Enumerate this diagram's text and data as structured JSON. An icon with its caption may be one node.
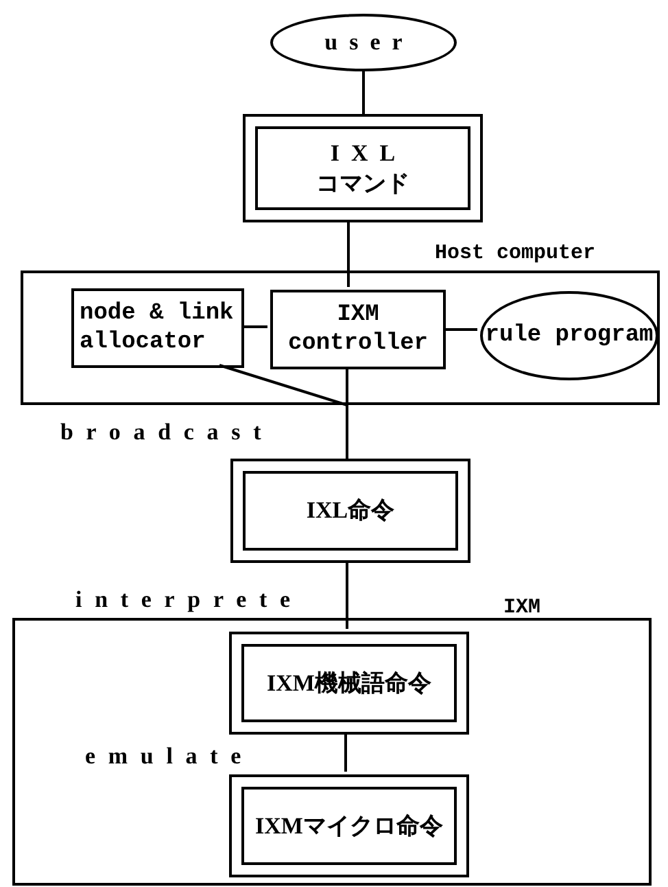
{
  "diagram": {
    "nodes": [
      {
        "text": [
          "user"
        ]
      },
      {
        "text": [
          "IXL",
          "コマンド"
        ]
      },
      {
        "text": [
          "Host computer"
        ]
      },
      {
        "text": [
          "node & link allocator"
        ],
        "in": 2
      },
      {
        "text": [
          "IXM controller"
        ],
        "in": 2
      },
      {
        "text": [
          "rule program"
        ],
        "in": 2
      },
      {
        "text": [
          "IXL命令"
        ]
      },
      {
        "text": [
          "IXM"
        ]
      },
      {
        "text": [
          "IXM機械語命令"
        ],
        "in": 7
      },
      {
        "text": [
          "IXMマイクロ命令"
        ],
        "in": 7
      }
    ],
    "edges": [
      {
        "from": 0,
        "to": 1,
        "arrow": "none"
      },
      {
        "from": 1,
        "to": 4,
        "arrow": "none"
      },
      {
        "from": 3,
        "to": 4,
        "arrow": "none"
      },
      {
        "from": 4,
        "to": 5,
        "arrow": "none"
      },
      {
        "from": 4,
        "to": 6,
        "arrow": "none",
        "label": "broadcast"
      },
      {
        "from": 3,
        "to": 6,
        "arrow": "none"
      },
      {
        "from": 6,
        "to": 8,
        "arrow": "none",
        "label": "interprete"
      },
      {
        "from": 8,
        "to": 9,
        "arrow": "none",
        "label": "emulate"
      }
    ]
  }
}
